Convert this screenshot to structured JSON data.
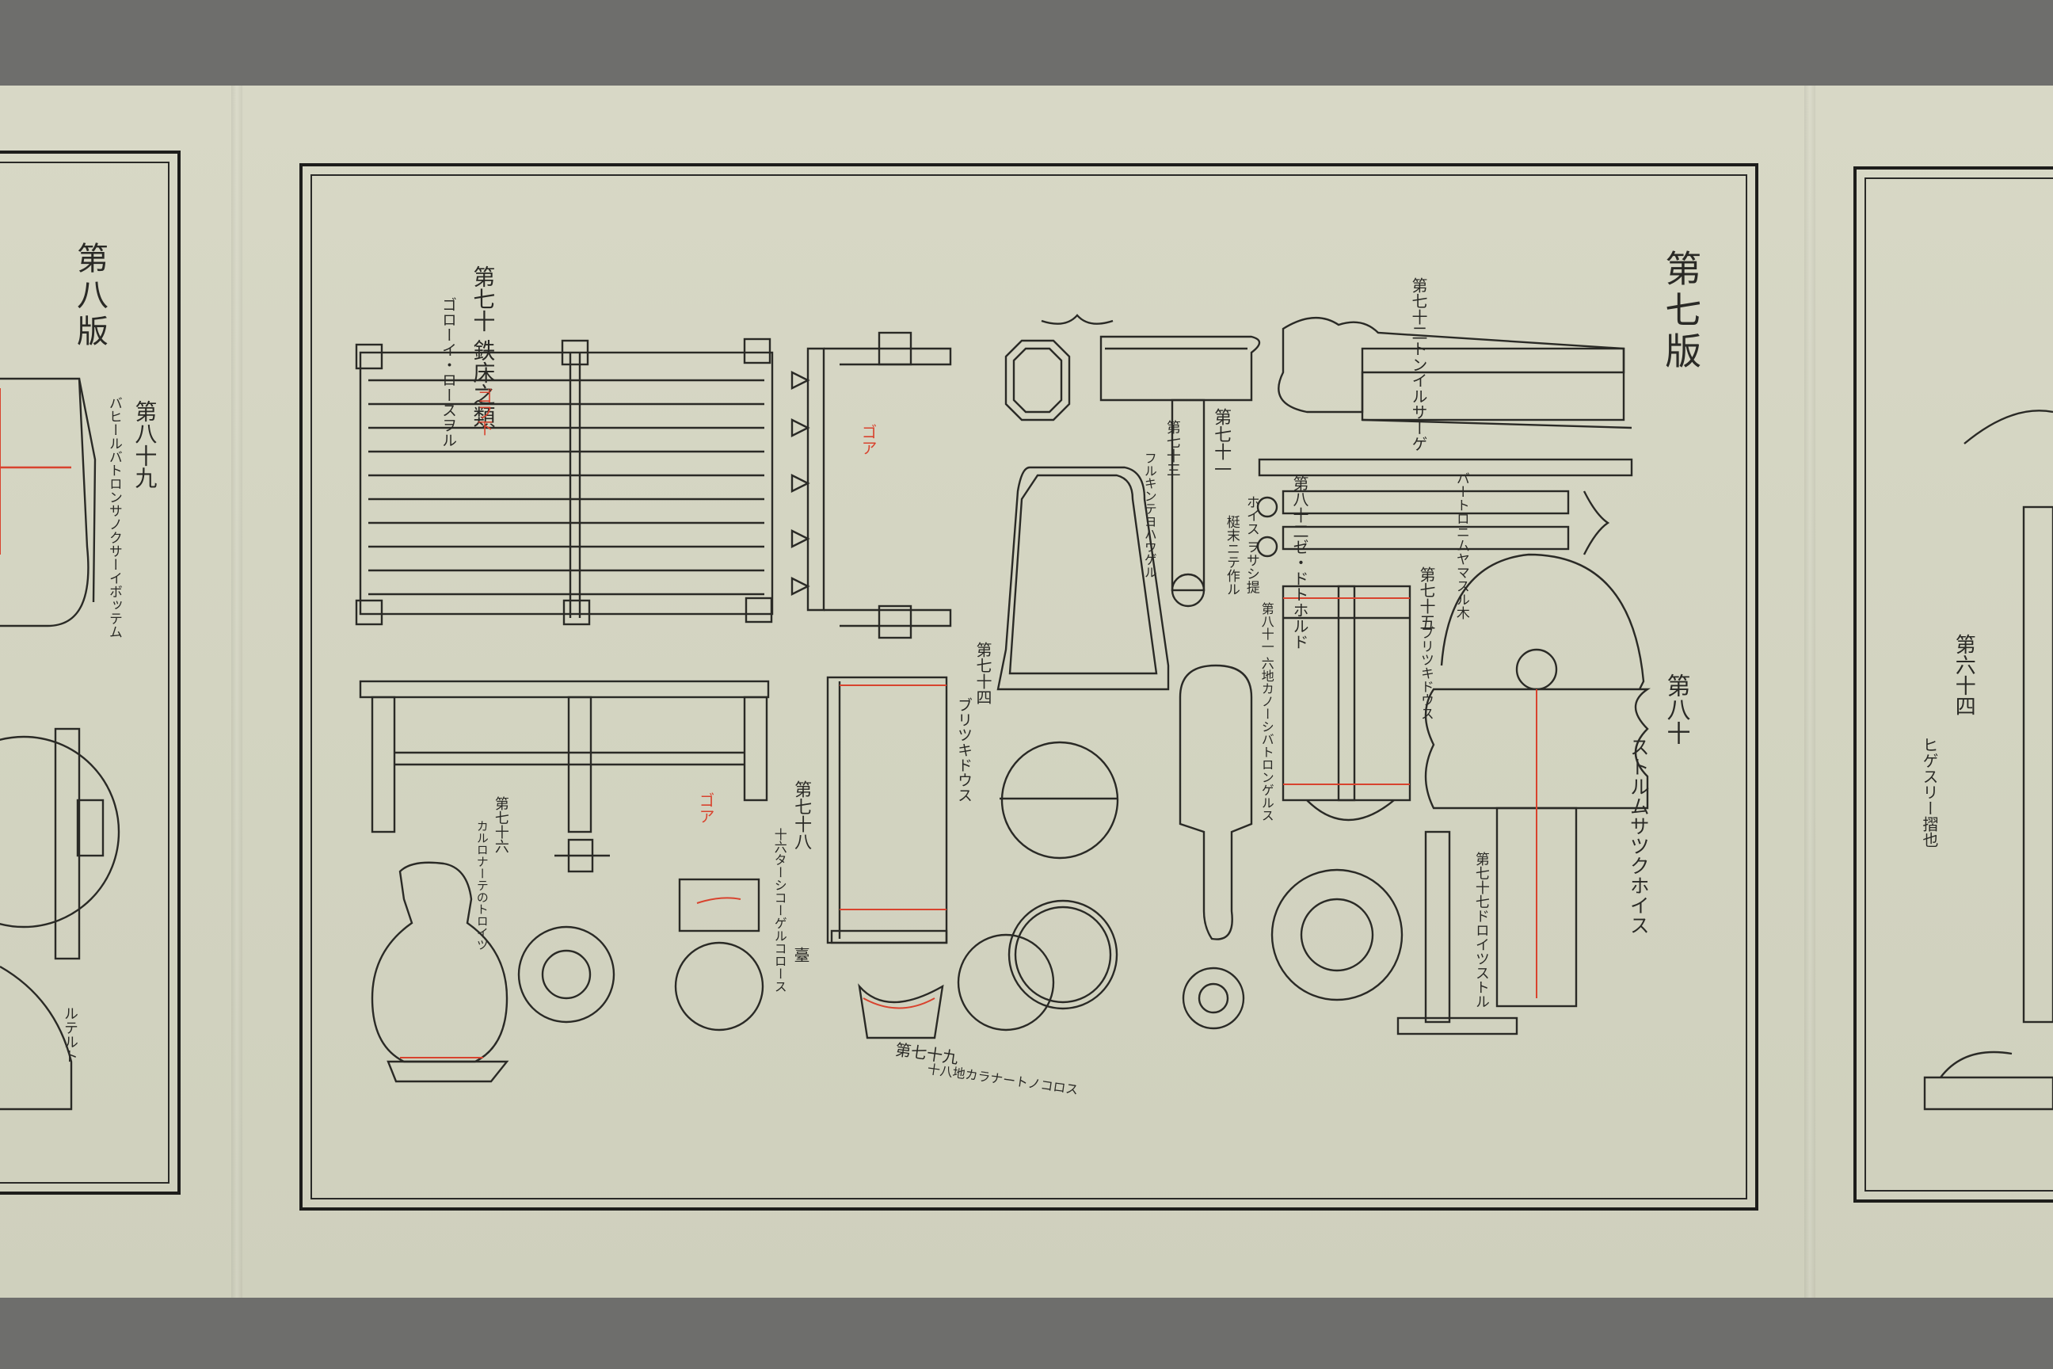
{
  "left_panel": {
    "plate_title": "第八版",
    "labels": [
      {
        "id": "l89",
        "text": "第八十九"
      },
      {
        "id": "l89b",
        "text": "バヒールバトロンサノクサーイボッテム"
      },
      {
        "id": "lbottom",
        "text": "ルテルト"
      }
    ]
  },
  "center_panel": {
    "plate_title": "第七版",
    "header": "第七十 鉄床之類",
    "header_sub": "ゴローイ・ロースヲル",
    "labels": [
      {
        "text": "第七十二トンイルサーゲ"
      },
      {
        "text": "第七十一"
      },
      {
        "text": "ホイス ヲサシ提"
      },
      {
        "text": "梃末ニテ作ル"
      },
      {
        "text": "第七十三"
      },
      {
        "text": "フルキンテヨハウゲル"
      },
      {
        "text": "第八十二ゼ・ドトホルド"
      },
      {
        "text": "バートロニムヤマスル木"
      },
      {
        "text": "第七十五"
      },
      {
        "text": "ブリツキドウス"
      },
      {
        "text": "第八十一 六地カノーシバトロンゲルス"
      },
      {
        "text": "第七十四"
      },
      {
        "text": "ブリツキドウス"
      },
      {
        "text": "第八十"
      },
      {
        "text": "ストルムサツクホイス"
      },
      {
        "text": "第七十七ドロイツストル"
      },
      {
        "text": "第七十六"
      },
      {
        "text": "カルロナーテのトロイツ"
      },
      {
        "text": "第七十八"
      },
      {
        "text": "十六ターシコーゲルコロース"
      },
      {
        "text": "臺"
      },
      {
        "text": "第七十九"
      },
      {
        "text": "十八地カラナートノコロス"
      }
    ],
    "red_labels": [
      "ゴフ下",
      "ゴア",
      "ゴア"
    ]
  },
  "right_panel": {
    "labels": [
      {
        "text": "第六十四"
      },
      {
        "text": "ヒゲスリー摺也"
      }
    ]
  },
  "colors": {
    "background": "#6e6e6c",
    "paper": "#d5d5c3",
    "ink": "#2a2a26",
    "red_ink": "#d8432e"
  }
}
